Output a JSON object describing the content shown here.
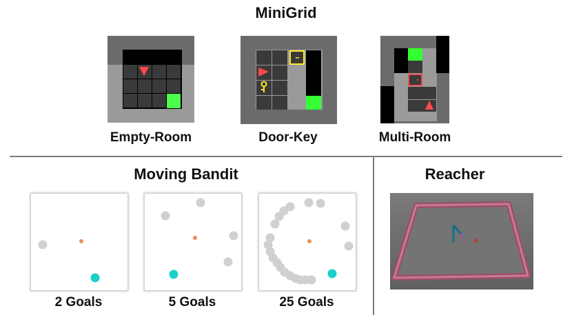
{
  "minigrid": {
    "title": "MiniGrid",
    "envs": [
      {
        "label": "Empty-Room",
        "icon": "empty-room-grid"
      },
      {
        "label": "Door-Key",
        "icon": "door-key-grid"
      },
      {
        "label": "Multi-Room",
        "icon": "multi-room-grid"
      }
    ]
  },
  "moving_bandit": {
    "title": "Moving Bandit",
    "panels": [
      {
        "label": "2 Goals"
      },
      {
        "label": "5 Goals"
      },
      {
        "label": "25 Goals"
      }
    ]
  },
  "reacher": {
    "title": "Reacher",
    "icon": "reacher-arena"
  },
  "colors": {
    "grid_wall": "#6b6b6b",
    "grid_floor": "#3a3a3a",
    "grid_unseen": "#9a9a9a",
    "grid_black": "#000000",
    "agent": "#ff4a4a",
    "goal": "#33ff33",
    "key": "#ffea2a",
    "bandit_goal": "#d0d0d0",
    "bandit_target_goal": "#1ccfc9",
    "bandit_agent": "#f28a5a",
    "reacher_border": "#b15e78",
    "reacher_floor": "#6f6f6f"
  }
}
